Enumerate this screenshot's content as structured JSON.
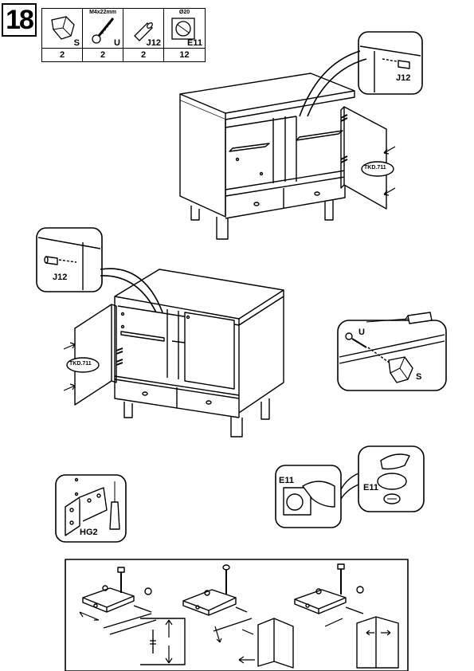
{
  "step": {
    "number": "18"
  },
  "parts": [
    {
      "code": "S",
      "qty": "2",
      "dim": "",
      "icon": "knob-icon"
    },
    {
      "code": "U",
      "qty": "2",
      "dim": "M4x22mm",
      "icon": "screw-icon"
    },
    {
      "code": "J12",
      "qty": "2",
      "dim": "",
      "icon": "dowel-icon"
    },
    {
      "code": "E11",
      "qty": "12",
      "dim": "Ø20",
      "icon": "cap-icon"
    }
  ],
  "labels": {
    "j12_top": "J12",
    "tkd_top": "TKD.711",
    "j12_mid": "J12",
    "tkd_mid": "TKD.711",
    "u_detail": "U",
    "s_detail": "S",
    "e11_left": "E11",
    "e11_right": "E11",
    "hinge": "HG2"
  }
}
